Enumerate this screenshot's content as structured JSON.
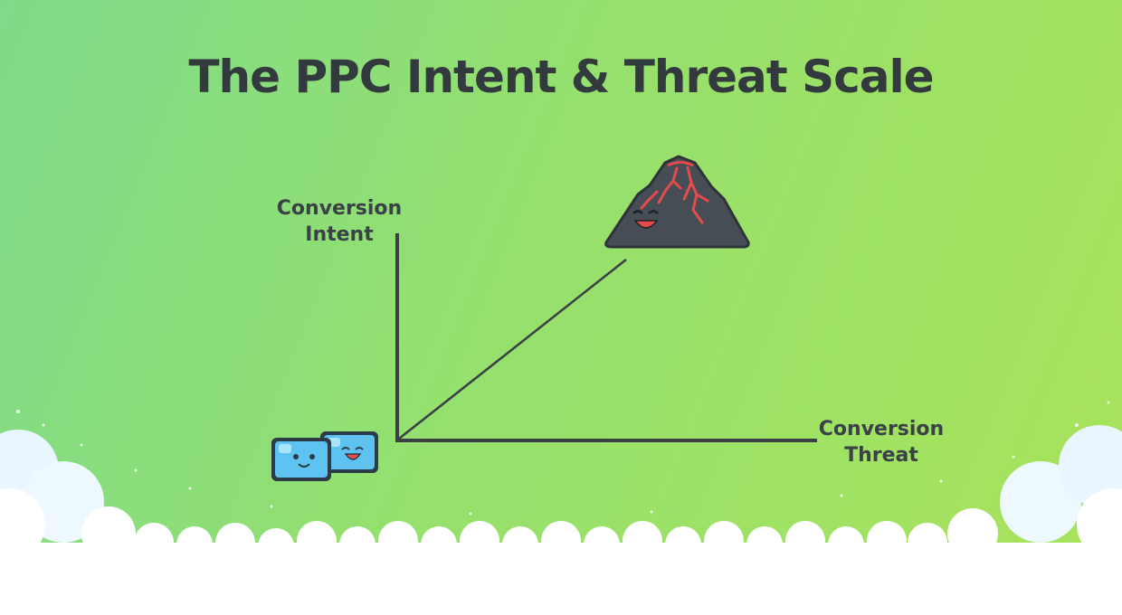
{
  "slide": {
    "title": "The PPC Intent & Threat Scale"
  },
  "axes": {
    "y_label_line1": "Conversion",
    "y_label_line2": "Intent",
    "x_label_line1": "Conversion",
    "x_label_line2": "Threat"
  },
  "icons": {
    "low_end": "ice-cubes-icon",
    "high_end": "volcano-icon"
  },
  "colors": {
    "axis": "#3a3f44",
    "title": "#333a3e",
    "ice": "#5ec3f0",
    "volcano": "#474d55",
    "lava": "#e54b4b"
  }
}
